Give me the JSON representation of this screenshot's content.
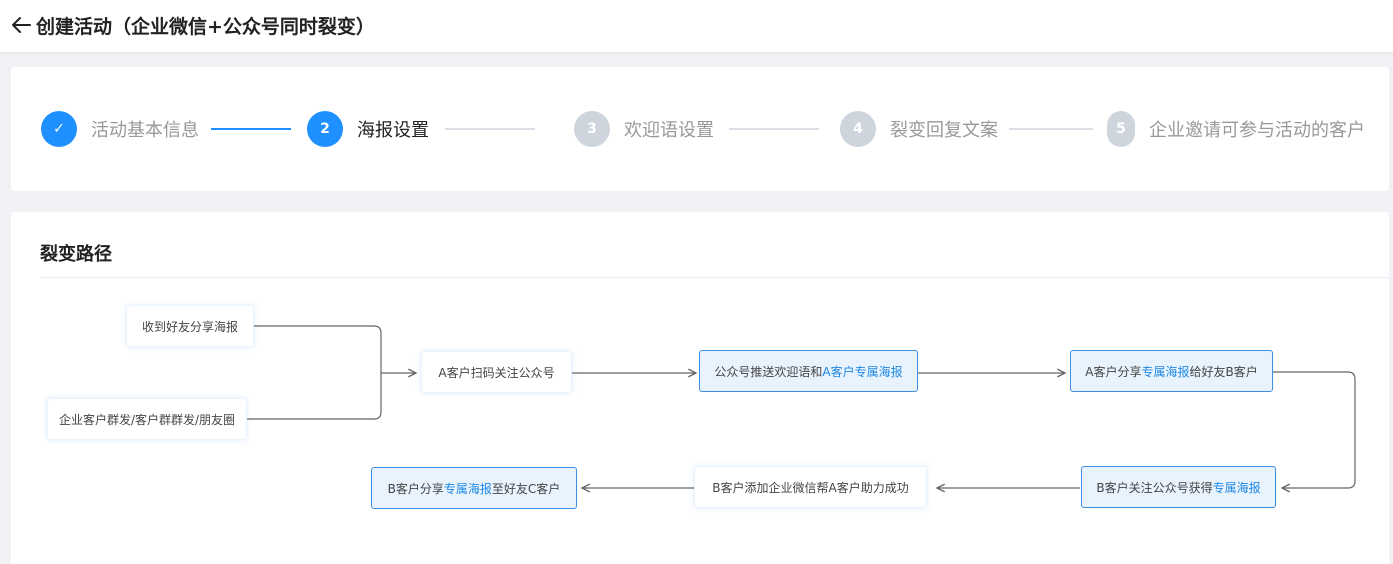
{
  "header": {
    "title": "创建活动（企业微信+公众号同时裂变）",
    "back_icon": "arrow-left-icon"
  },
  "steps": [
    {
      "number": "✓",
      "label": "活动基本信息",
      "state": "done"
    },
    {
      "number": "2",
      "label": "海报设置",
      "state": "active"
    },
    {
      "number": "3",
      "label": "欢迎语设置",
      "state": "pending"
    },
    {
      "number": "4",
      "label": "裂变回复文案",
      "state": "pending"
    },
    {
      "number": "5",
      "label": "企业邀请可参与活动的客户",
      "state": "pending"
    }
  ],
  "flow": {
    "title": "裂变路径",
    "nodes": {
      "n1": {
        "text": "收到好友分享海报"
      },
      "n2": {
        "text": "企业客户群发/客户群群发/朋友圈"
      },
      "n3": {
        "text": "A客户扫码关注公众号"
      },
      "n4": {
        "pre": "公众号推送欢迎语和",
        "hl": "A客户专属海报",
        "post": ""
      },
      "n5": {
        "pre": "A客户分享",
        "hl": "专属海报",
        "post": "给好友B客户"
      },
      "n6": {
        "pre": "B客户关注公众号获得",
        "hl": "专属海报",
        "post": ""
      },
      "n7": {
        "text": "B客户添加企业微信帮A客户助力成功"
      },
      "n8": {
        "pre": "B客户分享",
        "hl": "专属海报",
        "post": "至好友C客户"
      }
    }
  },
  "colors": {
    "primary": "#1e90ff",
    "pending": "#cfd5dc",
    "highlight_bg": "#e8f3fe",
    "highlight_border": "#3d8fe0"
  }
}
